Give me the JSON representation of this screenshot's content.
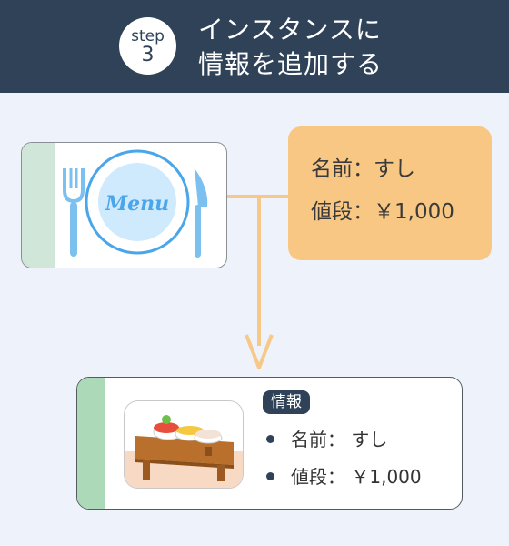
{
  "header": {
    "step_word": "step",
    "step_number": "3",
    "title_line1": "インスタンスに",
    "title_line2": "情報を追加する"
  },
  "menu_card": {
    "plate_text": "Menu"
  },
  "info_bubble": {
    "name_line": "名前：すし",
    "price_line": "値段：￥1,000"
  },
  "instance_card": {
    "tag": "情報",
    "name_line": "名前： すし",
    "price_line": "値段： ￥1,000"
  },
  "colors": {
    "header_bg": "#2f4258",
    "page_bg": "#eef3fb",
    "bubble": "#f8c784",
    "connector": "#f7c887",
    "menu_stripe": "#cfe6d8",
    "instance_stripe": "#acd9b7",
    "utensil_blue": "#7cc0f0"
  }
}
